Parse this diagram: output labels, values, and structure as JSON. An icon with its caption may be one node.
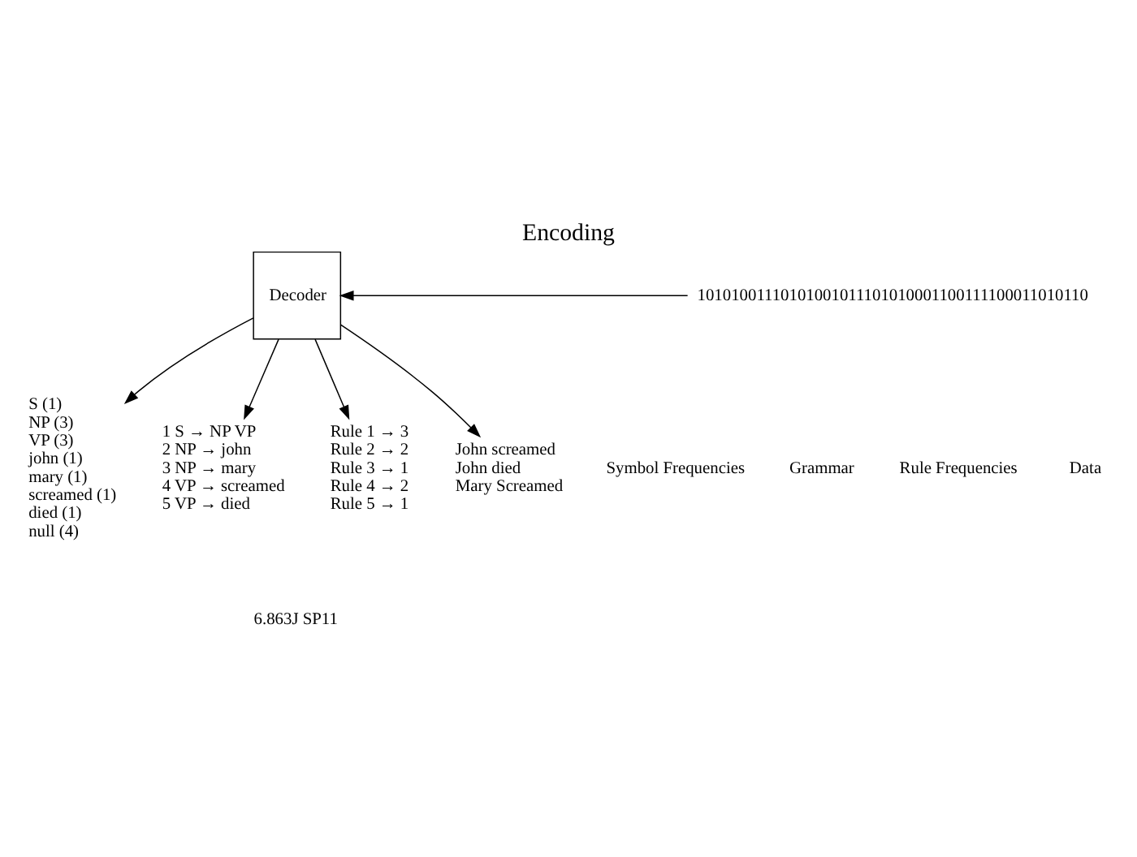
{
  "diagram": {
    "title": "Encoding",
    "nodes": [
      {
        "text": [
          "Decoder"
        ]
      },
      {
        "text": [
          "10101001110101001011101010001100111100011010110"
        ]
      },
      {
        "text": [
          "S (1)",
          "NP (3)",
          "VP (3)",
          "john (1)",
          "mary (1)",
          "screamed (1)",
          "died (1)",
          "null (4)"
        ]
      },
      {
        "text": [
          "1 S → NP VP",
          "2 NP → john",
          "3 NP → mary",
          "4 VP → screamed",
          "5 VP → died"
        ]
      },
      {
        "text": [
          "Rule 1 → 3",
          "Rule 2 → 2",
          "Rule 3 → 1",
          "Rule 4 → 2",
          "Rule 5 → 1"
        ]
      },
      {
        "text": [
          "John screamed",
          "John died",
          "Mary Screamed"
        ]
      }
    ],
    "edges": [
      {
        "from": 1,
        "to": 0,
        "arrow": "to"
      },
      {
        "from": 0,
        "to": 2,
        "arrow": "to"
      },
      {
        "from": 0,
        "to": 3,
        "arrow": "to"
      },
      {
        "from": 0,
        "to": 4,
        "arrow": "to"
      },
      {
        "from": 0,
        "to": 5,
        "arrow": "to"
      }
    ],
    "labels": [
      "Symbol Frequencies",
      "Grammar",
      "Rule Frequencies",
      "Data",
      "6.863J SP11"
    ]
  }
}
